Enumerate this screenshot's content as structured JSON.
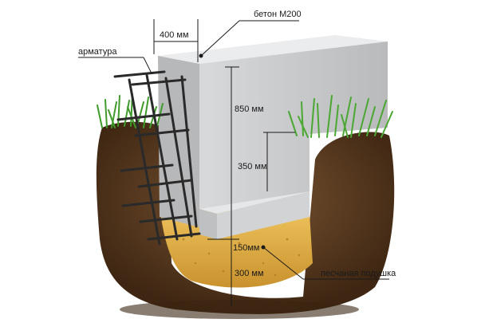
{
  "labels": {
    "concrete": "бетон М200",
    "width": "400 мм",
    "rebar": "арматура",
    "height_total": "850 мм",
    "height_above": "350 мм",
    "base": "150мм",
    "sand_depth": "300 мм",
    "sand_cushion": "песчаная подушка"
  },
  "colors": {
    "concrete_front": "#c9cacc",
    "concrete_top": "#e6e7e9",
    "concrete_side": "#b3b4b6",
    "soil_dark": "#4a3018",
    "soil_mid": "#6b4a2b",
    "sand": "#e3b24a",
    "grass": "#3f9b2a",
    "rebar": "#2a2a2a"
  }
}
